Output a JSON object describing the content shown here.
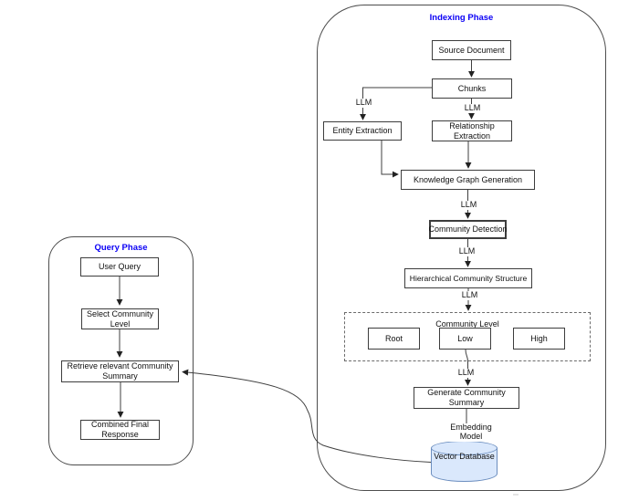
{
  "colors": {
    "phase_title_blue": "#0b00f5",
    "box_border": "#3d3d3d",
    "box_fill": "#ffffff",
    "connector": "#3f3f3f",
    "database_fill": "#dae8fc",
    "database_stroke": "#6c8ebf"
  },
  "indexing": {
    "title": "Indexing Phase",
    "nodes": {
      "source_document": "Source Document",
      "chunks": "Chunks",
      "entity_extraction": "Entity Extraction",
      "relationship_extraction": "Relationship Extraction",
      "knowledge_graph_generation": "Knowledge Graph Generation",
      "community_detection": "Community Detection",
      "hierarchical_community_structure": "Hierarchical Community Structure",
      "community_level_group": "Community Level",
      "root": "Root",
      "low": "Low",
      "high": "High",
      "generate_community_summary": "Generate Community Summary",
      "vector_database": "Vector Database"
    },
    "edge_labels": {
      "llm": "LLM",
      "embedding_model": "Embedding Model"
    }
  },
  "query": {
    "title": "Query Phase",
    "nodes": {
      "user_query": "User Query",
      "select_community_level": "Select Community Level",
      "retrieve_relevant_summary": "Retrieve  relevant Community Summary",
      "combined_final_response": "Combined Final Response"
    }
  }
}
